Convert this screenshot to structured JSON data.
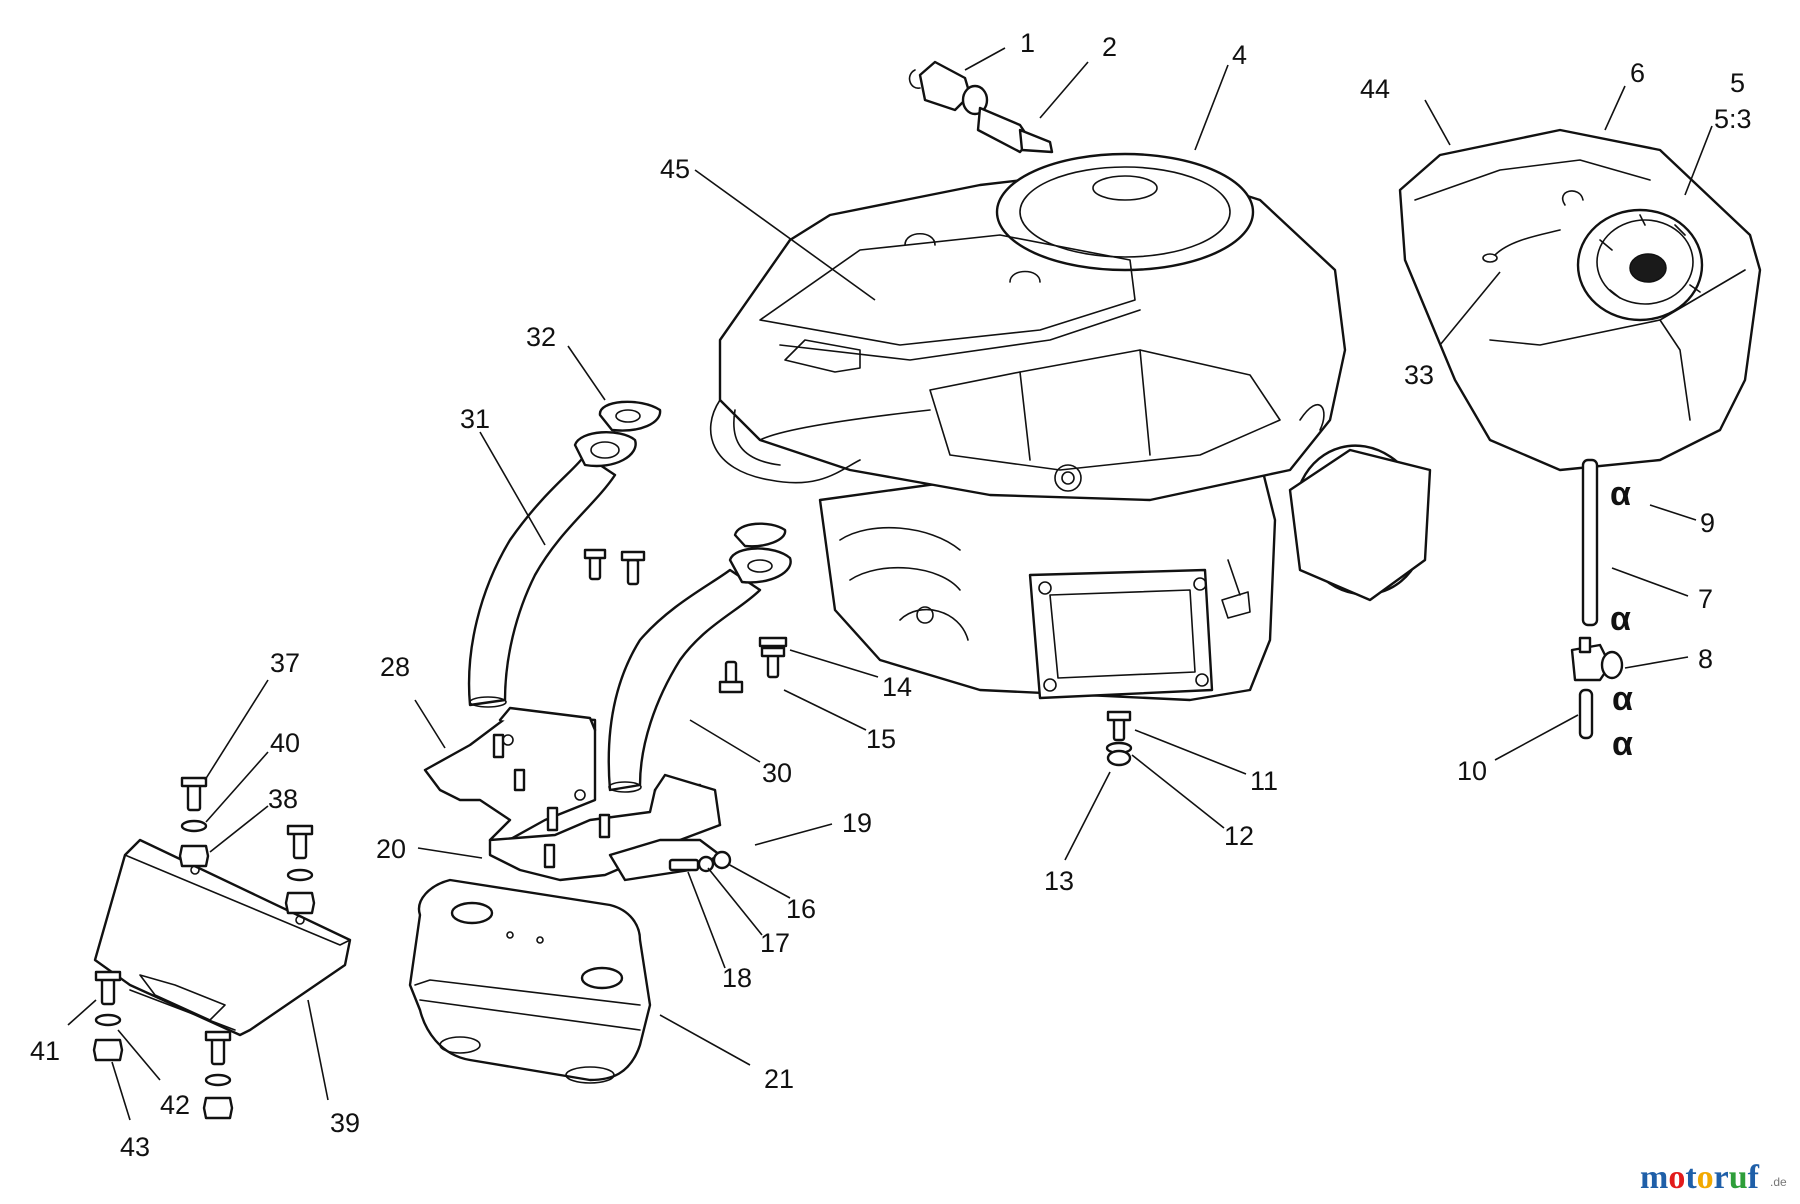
{
  "watermark": {
    "letters": [
      {
        "char": "m",
        "color": "#1f5fa8"
      },
      {
        "char": "o",
        "color": "#e21b1b"
      },
      {
        "char": "t",
        "color": "#1f5fa8"
      },
      {
        "char": "o",
        "color": "#f2a900"
      },
      {
        "char": "r",
        "color": "#1f5fa8"
      },
      {
        "char": "u",
        "color": "#2e9e3a"
      },
      {
        "char": "f",
        "color": "#1f5fa8"
      }
    ],
    "suffix": ".de"
  },
  "callouts": [
    {
      "id": "1",
      "label": "1"
    },
    {
      "id": "2",
      "label": "2"
    },
    {
      "id": "4",
      "label": "4"
    },
    {
      "id": "5",
      "label": "5"
    },
    {
      "id": "5-3",
      "label": "5:3"
    },
    {
      "id": "6",
      "label": "6"
    },
    {
      "id": "7",
      "label": "7"
    },
    {
      "id": "8",
      "label": "8"
    },
    {
      "id": "9",
      "label": "9"
    },
    {
      "id": "10",
      "label": "10"
    },
    {
      "id": "11",
      "label": "11"
    },
    {
      "id": "12",
      "label": "12"
    },
    {
      "id": "13",
      "label": "13"
    },
    {
      "id": "14",
      "label": "14"
    },
    {
      "id": "15",
      "label": "15"
    },
    {
      "id": "16",
      "label": "16"
    },
    {
      "id": "17",
      "label": "17"
    },
    {
      "id": "18",
      "label": "18"
    },
    {
      "id": "19",
      "label": "19"
    },
    {
      "id": "20",
      "label": "20"
    },
    {
      "id": "21",
      "label": "21"
    },
    {
      "id": "28",
      "label": "28"
    },
    {
      "id": "30",
      "label": "30"
    },
    {
      "id": "31",
      "label": "31"
    },
    {
      "id": "32",
      "label": "32"
    },
    {
      "id": "33",
      "label": "33"
    },
    {
      "id": "37",
      "label": "37"
    },
    {
      "id": "38",
      "label": "38"
    },
    {
      "id": "39",
      "label": "39"
    },
    {
      "id": "40",
      "label": "40"
    },
    {
      "id": "41",
      "label": "41"
    },
    {
      "id": "42",
      "label": "42"
    },
    {
      "id": "43",
      "label": "43"
    },
    {
      "id": "44",
      "label": "44"
    },
    {
      "id": "45",
      "label": "45"
    }
  ]
}
